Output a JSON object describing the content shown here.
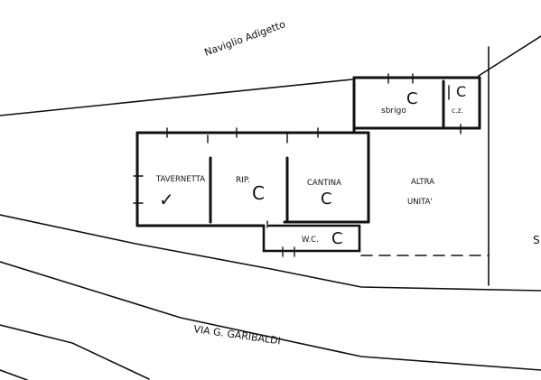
{
  "streets": {
    "canal": "Naviglio Adigetto",
    "road": "VIA   G. GARIBALDI"
  },
  "rooms": {
    "taverna": {
      "label": "TAVERNETTA",
      "mark": "✓"
    },
    "ripostiglio": {
      "label": "RIP.",
      "mark": "C"
    },
    "cantina": {
      "label": "CANTINA",
      "mark": "C"
    },
    "altra_unita": {
      "line1": "ALTRA",
      "line2": "UNITA'"
    },
    "sbrigo": {
      "label": "sbrigo",
      "mark": "C"
    },
    "cz": {
      "label": "c.z.",
      "mark": "C"
    },
    "wc": {
      "label": "W.C.",
      "mark": "C"
    }
  },
  "edge_label": "S"
}
